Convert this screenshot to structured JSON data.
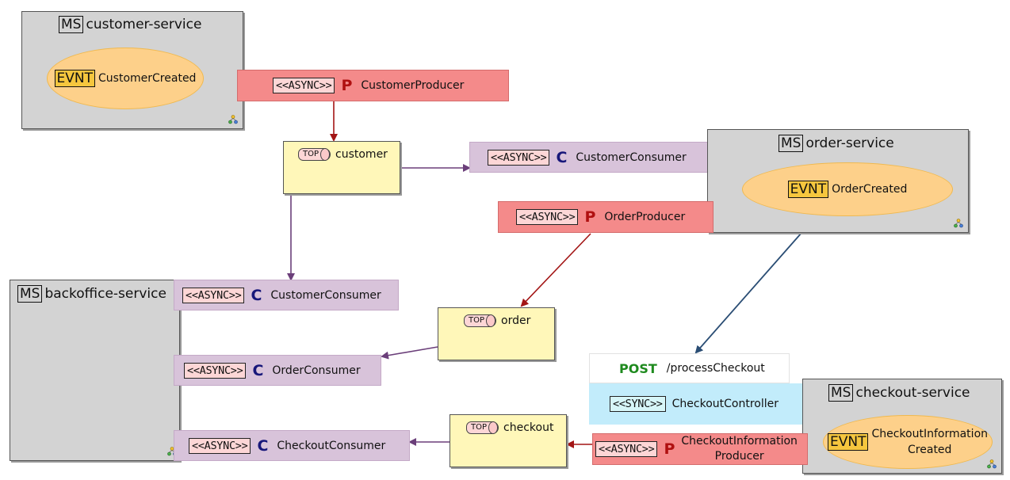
{
  "colors": {
    "producer_arrow": "#a31515",
    "consumer_arrow": "#6b3f7a",
    "event_arrow": "#f3a43a",
    "controller_arrow": "#2a4d74"
  },
  "services": {
    "customer": {
      "tag": "MS",
      "name": "customer-service",
      "icon": "hierarchy-icon"
    },
    "order": {
      "tag": "MS",
      "name": "order-service",
      "icon": "hierarchy-icon"
    },
    "backoffice": {
      "tag": "MS",
      "name": "backoffice-service",
      "icon": "hierarchy-icon"
    },
    "checkout": {
      "tag": "MS",
      "name": "checkout-service",
      "icon": "hierarchy-icon"
    }
  },
  "events": {
    "customer_created": {
      "tag": "EVNT",
      "label": "CustomerCreated"
    },
    "order_created": {
      "tag": "EVNT",
      "label": "OrderCreated"
    },
    "checkout_info_created": {
      "tag": "EVNT",
      "label": "CheckoutInformation\nCreated"
    }
  },
  "producers": {
    "customer": {
      "stereotype": "<<ASYNC>>",
      "letter": "P",
      "label": "CustomerProducer"
    },
    "order": {
      "stereotype": "<<ASYNC>>",
      "letter": "P",
      "label": "OrderProducer"
    },
    "checkout_info": {
      "stereotype": "<<ASYNC>>",
      "letter": "P",
      "label": "CheckoutInformation\nProducer"
    }
  },
  "consumers": {
    "order_service_customer": {
      "stereotype": "<<ASYNC>>",
      "letter": "C",
      "label": "CustomerConsumer"
    },
    "backoffice_customer": {
      "stereotype": "<<ASYNC>>",
      "letter": "C",
      "label": "CustomerConsumer"
    },
    "backoffice_order": {
      "stereotype": "<<ASYNC>>",
      "letter": "C",
      "label": "OrderConsumer"
    },
    "backoffice_checkout": {
      "stereotype": "<<ASYNC>>",
      "letter": "C",
      "label": "CheckoutConsumer"
    }
  },
  "topics": {
    "customer": {
      "tag": "TOP",
      "label": "customer"
    },
    "order": {
      "tag": "TOP",
      "label": "order"
    },
    "checkout": {
      "tag": "TOP",
      "label": "checkout"
    }
  },
  "endpoint": {
    "method": "POST",
    "path": "/processCheckout"
  },
  "controller": {
    "stereotype": "<<SYNC>>",
    "label": "CheckoutController"
  }
}
